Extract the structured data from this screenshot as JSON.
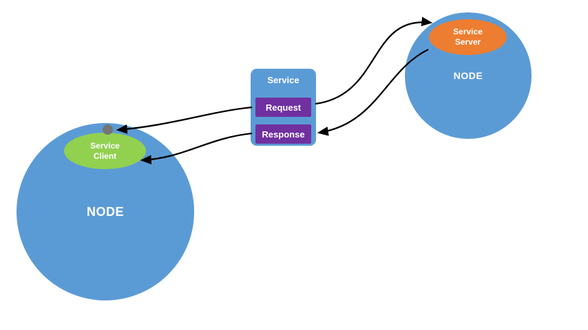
{
  "left_node": {
    "label": "NODE"
  },
  "right_node": {
    "label": "NODE"
  },
  "service_client": {
    "line1": "Service",
    "line2": "Client"
  },
  "service_server": {
    "line1": "Service",
    "line2": "Server"
  },
  "service": {
    "title": "Service",
    "request": "Request",
    "response": "Response"
  },
  "colors": {
    "node_fill": "#5b9bd5",
    "client_fill": "#92d050",
    "server_fill": "#ed7d31",
    "message_fill": "#7030a0",
    "dot_fill": "#757575",
    "arrow_stroke": "#000000",
    "background": "#ffffff",
    "text": "#ffffff"
  }
}
